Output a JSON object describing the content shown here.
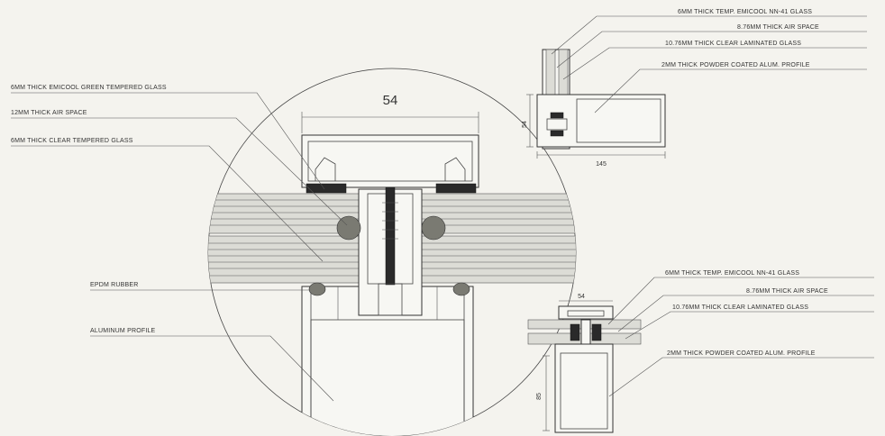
{
  "main_detail": {
    "labels": {
      "outer_glass": "6MM THICK EMICOOL GREEN TEMPERED GLASS",
      "air_space": "12MM THICK AIR SPACE",
      "inner_glass": "6MM THICK CLEAR TEMPERED GLASS",
      "gasket": "EPDM RUBBER",
      "profile": "ALUMINUM PROFILE"
    },
    "cap_width": "54"
  },
  "top_right_detail": {
    "labels": {
      "outer_glass": "6MM THICK TEMP. EMICOOL NN-41 GLASS",
      "air_space": "8.76MM THICK AIR SPACE",
      "laminated": "10.76MM THICK CLEAR LAMINATED GLASS",
      "profile": "2MM THICK POWDER COATED ALUM. PROFILE"
    },
    "dim_height": "54",
    "dim_width": "145"
  },
  "bottom_right_detail": {
    "labels": {
      "outer_glass": "6MM THICK TEMP. EMICOOL NN-41 GLASS",
      "air_space": "8.76MM THICK AIR SPACE",
      "laminated": "10.76MM THICK CLEAR LAMINATED GLASS",
      "profile": "2MM THICK POWDER COATED ALUM. PROFILE"
    },
    "dim_width": "54",
    "dim_height": "85"
  }
}
